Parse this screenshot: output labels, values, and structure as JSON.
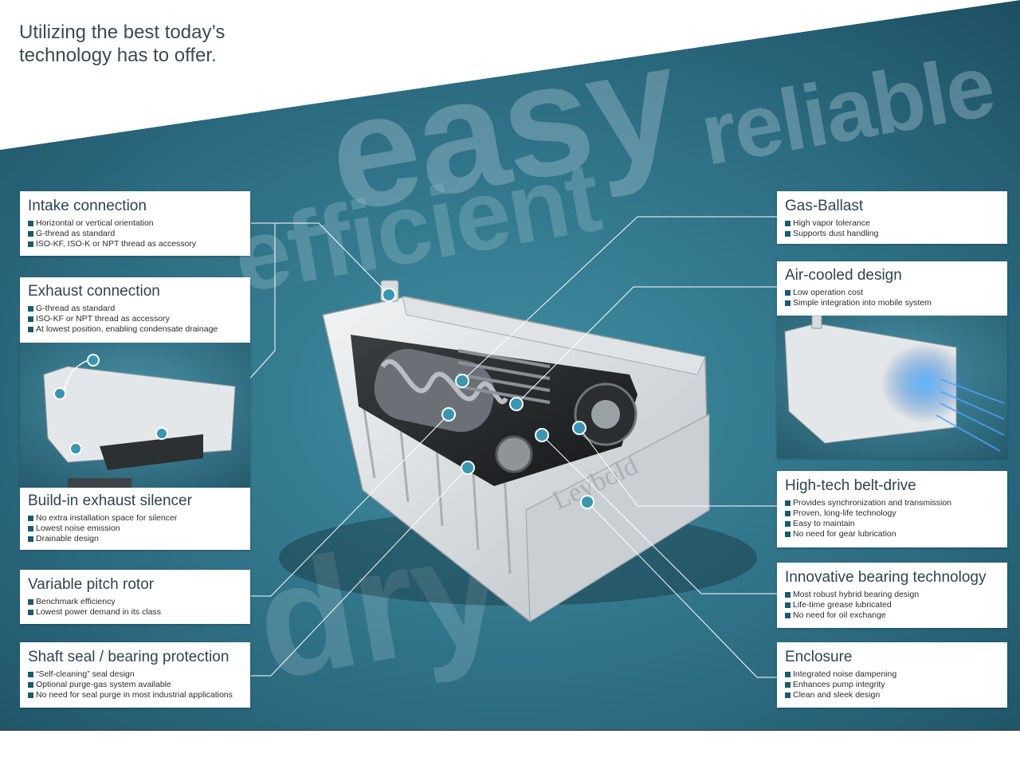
{
  "headline": {
    "line1": "Utilizing the best today’s",
    "line2": "technology has to offer."
  },
  "watermarks": {
    "easy": "easy",
    "reliable": "reliable",
    "efficient": "efficient",
    "dry": "dry"
  },
  "brand": {
    "logo_text": "Leybold"
  },
  "colors": {
    "background_teal": "#2c6b80",
    "panel_bullet": "#1c5a70",
    "title_text": "#2f4350"
  },
  "left_panels": [
    {
      "title": "Intake connection",
      "bullets": [
        "Horizontal or vertical orientation",
        "G-thread as standard",
        "ISO-KF, ISO-K or NPT thread as accessory"
      ]
    },
    {
      "title": "Exhaust connection",
      "bullets": [
        "G-thread as standard",
        "ISO-KF or NPT thread as accessory",
        "At lowest position, enabling condensate drainage"
      ]
    },
    {
      "title": "Build-in exhaust silencer",
      "bullets": [
        "No extra installation space for silencer",
        "Lowest noise emission",
        "Drainable design"
      ]
    },
    {
      "title": "Variable pitch rotor",
      "bullets": [
        "Benchmark efficiency",
        "Lowest power demand in its class"
      ]
    },
    {
      "title": "Shaft seal / bearing protection",
      "bullets": [
        "“Self-cleaning” seal design",
        "Optional purge-gas system available",
        "No need for seal purge in most industrial applications"
      ]
    }
  ],
  "right_panels": [
    {
      "title": "Gas-Ballast",
      "bullets": [
        "High vapor tolerance",
        "Supports dust handling"
      ]
    },
    {
      "title": "Air-cooled design",
      "bullets": [
        "Low operation cost",
        "Simple integration into mobile system"
      ]
    },
    {
      "title": "High-tech belt-drive",
      "bullets": [
        "Provides synchronization and transmission",
        "Proven, long-life technology",
        "Easy to maintain",
        "No need for gear lubrication"
      ]
    },
    {
      "title": "Innovative bearing technology",
      "bullets": [
        "Most robust hybrid bearing design",
        "Life-time grease lubricated",
        "No need for oil exchange"
      ]
    },
    {
      "title": "Enclosure",
      "bullets": [
        "Integrated noise dampening",
        "Enhances pump integrity",
        "Clean and sleek design"
      ]
    }
  ]
}
